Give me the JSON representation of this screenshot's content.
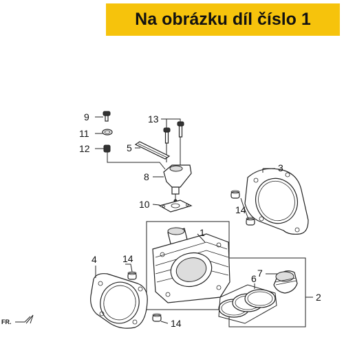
{
  "banner": {
    "text": "Na obrázku díl číslo 1"
  },
  "callouts": {
    "c1": "1",
    "c2": "2",
    "c3": "3",
    "c4": "4",
    "c5": "5",
    "c6": "6",
    "c7": "7",
    "c8": "8",
    "c9": "9",
    "c10": "10",
    "c11": "11",
    "c12": "12",
    "c13": "13",
    "c14a": "14",
    "c14b": "14",
    "c14c": "14"
  },
  "direction_label": "FR.",
  "colors": {
    "banner": "#f6c30c",
    "line": "#222222"
  }
}
